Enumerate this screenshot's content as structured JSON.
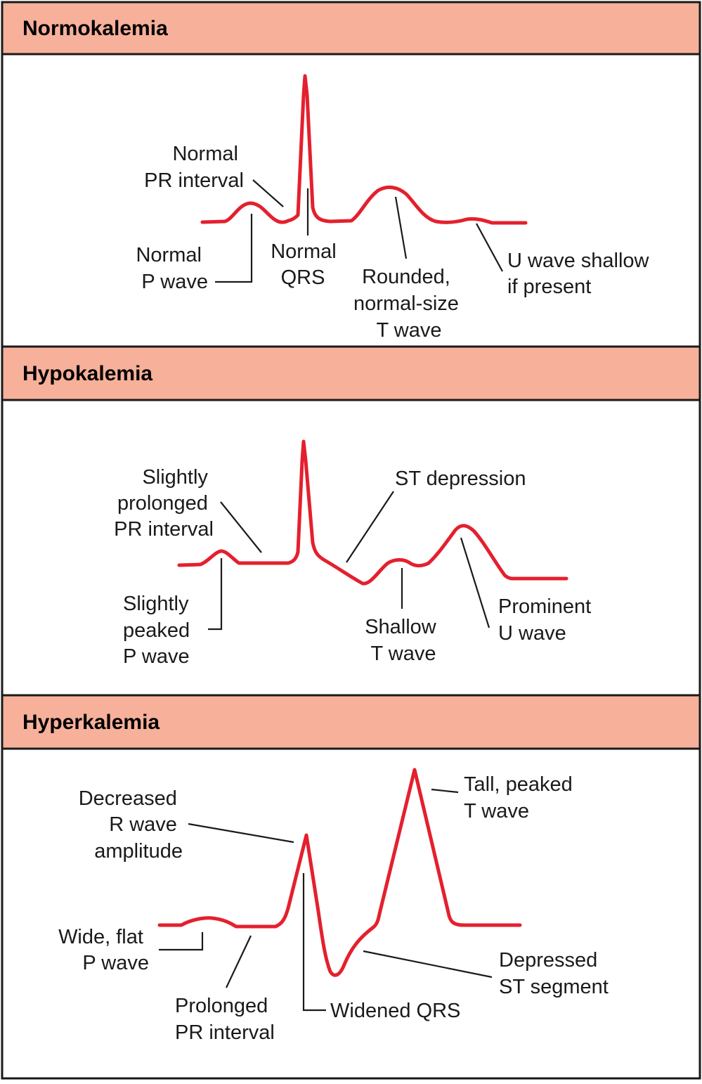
{
  "colors": {
    "header_bg": "#f7b09a",
    "trace": "#e4202e",
    "line": "#1a1a1a",
    "panel_bg": "#ffffff"
  },
  "panels": [
    {
      "title": "Normokalemia",
      "labels": {
        "pr_interval": [
          "Normal",
          "PR interval"
        ],
        "p_wave": [
          "Normal",
          "P wave"
        ],
        "qrs": [
          "Normal",
          "QRS"
        ],
        "t_wave": [
          "Rounded,",
          "normal-size",
          "T wave"
        ],
        "u_wave": [
          "U wave shallow",
          "if present"
        ]
      }
    },
    {
      "title": "Hypokalemia",
      "labels": {
        "pr_interval": [
          "Slightly",
          "prolonged",
          "PR interval"
        ],
        "st": [
          "ST depression"
        ],
        "p_wave": [
          "Slightly",
          "peaked",
          "P wave"
        ],
        "t_wave": [
          "Shallow",
          "T wave"
        ],
        "u_wave": [
          "Prominent",
          "U wave"
        ]
      }
    },
    {
      "title": "Hyperkalemia",
      "labels": {
        "r_wave": [
          "Decreased",
          "R wave",
          "amplitude"
        ],
        "t_wave": [
          "Tall, peaked",
          "T wave"
        ],
        "p_wave": [
          "Wide, flat",
          "P wave"
        ],
        "st": [
          "Depressed",
          "ST segment"
        ],
        "pr_interval": [
          "Prolonged",
          "PR interval"
        ],
        "qrs": [
          "Widened QRS"
        ]
      }
    }
  ]
}
